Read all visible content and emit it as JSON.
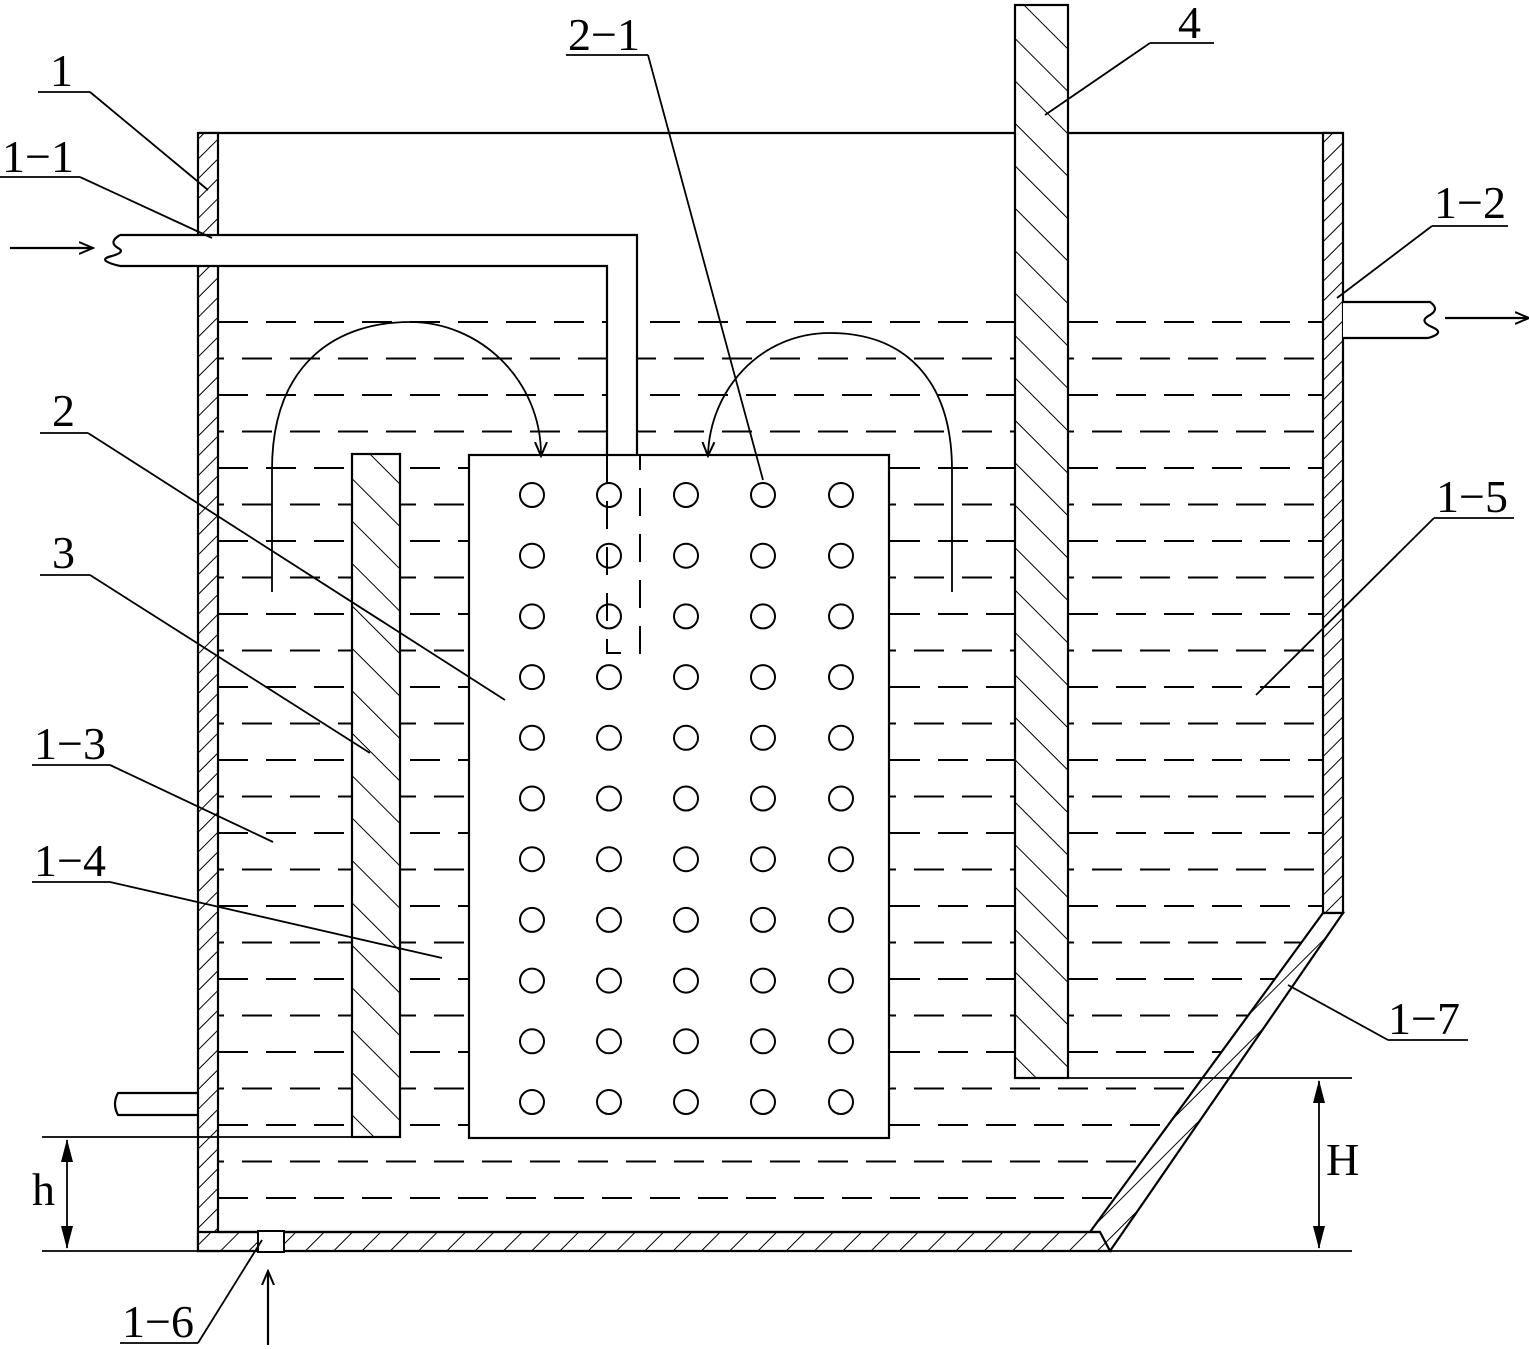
{
  "labels": {
    "l1": "1",
    "l1_1": "1−1",
    "l1_2": "1−2",
    "l1_3": "1−3",
    "l1_4": "1−4",
    "l1_5": "1−5",
    "l1_6": "1−6",
    "l1_7": "1−7",
    "l2": "2",
    "l2_1": "2−1",
    "l3": "3",
    "l4": "4",
    "h": "h",
    "H": "H"
  },
  "perforations": {
    "rows": 11,
    "cols": 5
  },
  "colors": {
    "ink": "#000000",
    "paper": "#ffffff"
  }
}
